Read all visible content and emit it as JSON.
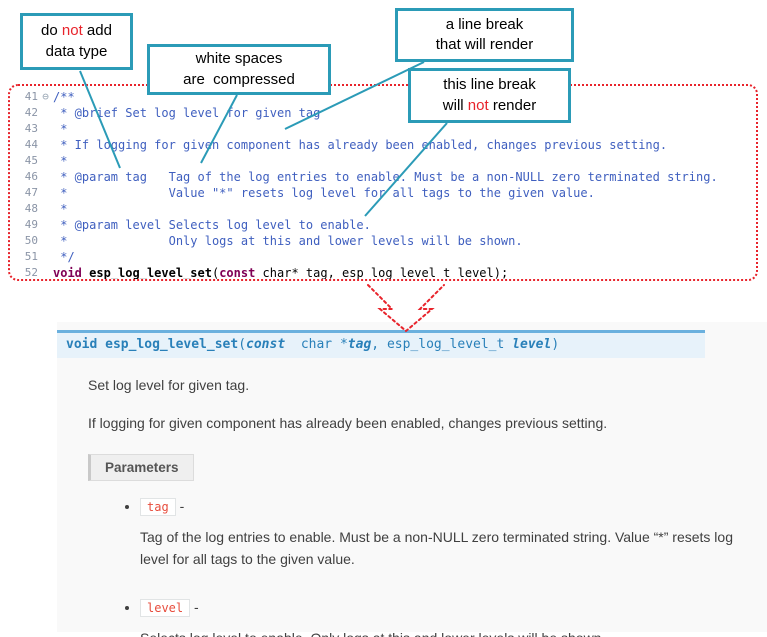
{
  "colors": {
    "accent_teal": "#2B9BB7",
    "alert_red": "#E8232B",
    "code_comment": "#3F5FBF",
    "code_keyword": "#7F0055",
    "sig_bg": "#E7F2FA",
    "sig_border": "#6AB0DE",
    "sig_text": "#2980B9",
    "literal_red": "#E74C3C",
    "body_text": "#404040"
  },
  "callouts": {
    "no_datatype": {
      "l1_pre": "do ",
      "l1_em": "not",
      "l1_post": " add",
      "l2": "data type"
    },
    "whitespace": {
      "l1": "white spaces",
      "l2": "are  compressed"
    },
    "break_render": {
      "l1": "a line break",
      "l2": "that will render"
    },
    "break_norender": {
      "l1": "this line break",
      "l2_pre": "will ",
      "l2_em": "not",
      "l2_post": " render"
    }
  },
  "code": {
    "fold_icon": "⊖",
    "lines": [
      {
        "num": "41",
        "text": "/**"
      },
      {
        "num": "42",
        "text": " * @brief Set log level for given tag"
      },
      {
        "num": "43",
        "text": " *"
      },
      {
        "num": "44",
        "text": " * If logging for given component has already been enabled, changes previous setting."
      },
      {
        "num": "45",
        "text": " *"
      },
      {
        "num": "46",
        "text": " * @param tag   Tag of the log entries to enable. Must be a non-NULL zero terminated string."
      },
      {
        "num": "47",
        "text": " *              Value \"*\" resets log level for all tags to the given value."
      },
      {
        "num": "48",
        "text": " *"
      },
      {
        "num": "49",
        "text": " * @param level Selects log level to enable."
      },
      {
        "num": "50",
        "text": " *              Only logs at this and lower levels will be shown."
      },
      {
        "num": "51",
        "text": " */"
      }
    ],
    "decl": {
      "num": "52",
      "kw_return": "void",
      "space": " ",
      "name": "esp_log_level_set",
      "open_paren": "(",
      "kw_const": "const",
      "rest": " char* tag, esp_log_level_t level);"
    }
  },
  "doc": {
    "signature": {
      "ret": "void",
      "sp1": " ",
      "name": "esp_log_level_set",
      "open": "(",
      "kw_const": "const",
      "sp2": "  ",
      "type1": "char *",
      "arg1": "tag",
      "comma": ", ",
      "type2": "esp_log_level_t",
      "sp3": " ",
      "arg2": "level",
      "close": ")"
    },
    "brief": "Set log level for given tag.",
    "description": "If logging for given component has already been enabled, changes previous setting.",
    "params_label": "Parameters",
    "params": [
      {
        "name": "tag",
        "dash": " -",
        "desc": "Tag of the log entries to enable. Must be a non-NULL zero terminated string. Value “*” resets log level for all tags to the given value."
      },
      {
        "name": "level",
        "dash": " -",
        "desc": "Selects log level to enable. Only logs at this and lower levels will be shown."
      }
    ]
  }
}
